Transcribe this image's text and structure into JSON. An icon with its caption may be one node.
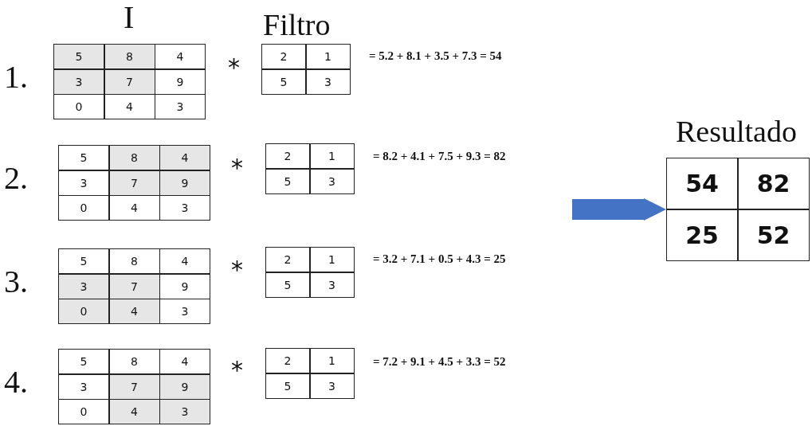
{
  "diagram": {
    "nodes": [
      {
        "text": [
          "5",
          "8",
          "4",
          "3",
          "7",
          "9",
          "0",
          "4",
          "3"
        ],
        "beside": [
          "1."
        ]
      },
      {
        "text": [
          "5",
          "8",
          "4",
          "3",
          "7",
          "9",
          "0",
          "4",
          "3"
        ],
        "beside": [
          "2."
        ]
      },
      {
        "text": [
          "5",
          "8",
          "4",
          "3",
          "7",
          "9",
          "0",
          "4",
          "3"
        ],
        "beside": [
          "3."
        ]
      },
      {
        "text": [
          "5",
          "8",
          "4",
          "3",
          "7",
          "9",
          "0",
          "4",
          "3"
        ],
        "beside": [
          "4."
        ]
      },
      {
        "text": [
          "2",
          "1",
          "5",
          "3"
        ]
      },
      {
        "text": [
          "2",
          "1",
          "5",
          "3"
        ]
      },
      {
        "text": [
          "2",
          "1",
          "5",
          "3"
        ]
      },
      {
        "text": [
          "2",
          "1",
          "5",
          "3"
        ]
      },
      {
        "text": [
          "Resultado",
          "54",
          "82",
          "25",
          "52"
        ]
      }
    ],
    "edges": [
      {
        "from": null,
        "to": 8,
        "arrow": "to",
        "color": "#4472c4"
      }
    ],
    "labels": [
      "I",
      "Filtro",
      "*",
      "= 5.2 + 8.1 + 3.5 + 7.3 = 54",
      "*",
      "= 8.2 + 4.1 + 7.5 + 9.3 = 82",
      "*",
      "= 3.2 + 7.1 + 0.5 + 4.3 = 25",
      "*",
      "= 7.2 + 9.1 + 4.5 + 3.3 = 52"
    ]
  }
}
